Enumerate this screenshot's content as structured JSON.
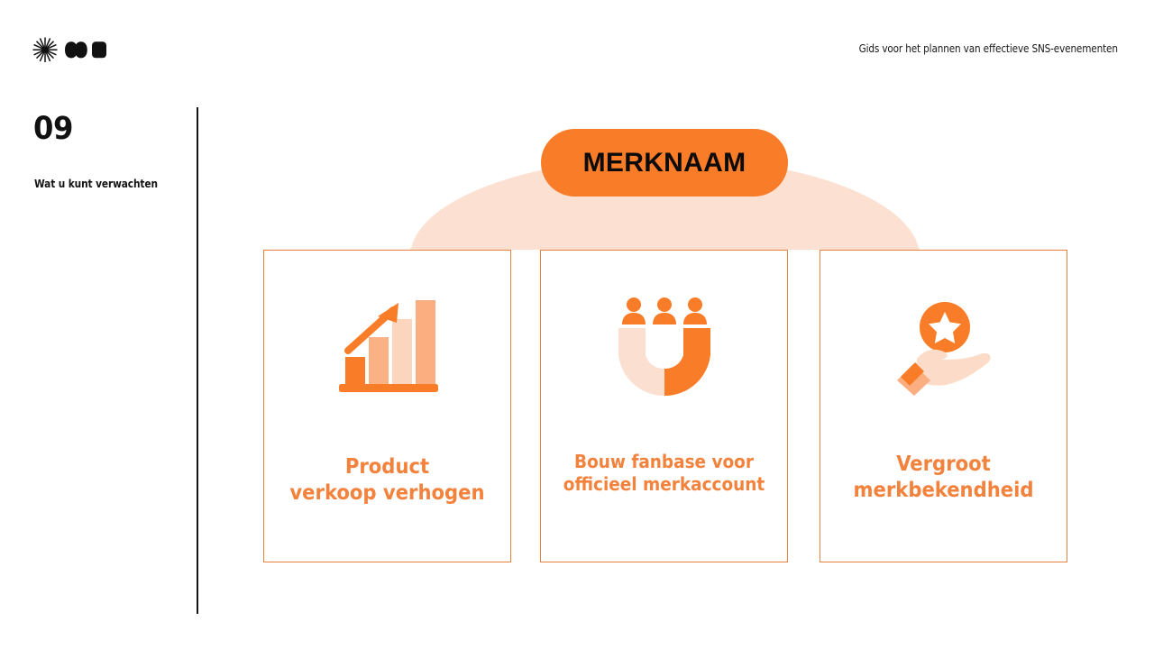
{
  "header": {
    "logo_icon": "starburst-clover-square-logo",
    "caption": "Gids voor het plannen van effectieve SNS-evenementen"
  },
  "sidebar": {
    "number": "09",
    "subtitle": "Wat u kunt verwachten"
  },
  "diagram": {
    "brand_label": "MERKNAAM",
    "arch_shape": "dome-bracket",
    "cards": [
      {
        "icon": "bar-chart-growth-icon",
        "caption_line1": "Product",
        "caption_line2": "verkoop verhogen"
      },
      {
        "icon": "magnet-audience-icon",
        "caption_line1": "Bouw fanbase voor",
        "caption_line2": "officieel merkaccount"
      },
      {
        "icon": "hand-star-badge-icon",
        "caption_line1": "Vergroot",
        "caption_line2": "merkbekendheid"
      }
    ]
  },
  "colors": {
    "orange": "#F97C28",
    "orange_text": "#F2823C",
    "card_border": "#E8813C",
    "peach": "#FCE0D2",
    "peach_light": "#FBDFD0",
    "icon_light": "#FBD7C2",
    "black": "#111111",
    "white": "#FFFFFF"
  }
}
